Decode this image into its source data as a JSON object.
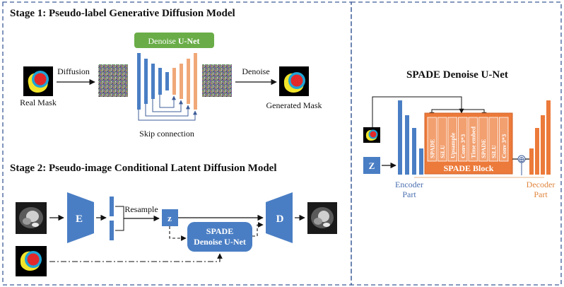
{
  "stage1": {
    "title": "Stage 1: Pseudo-label Generative Diffusion Model",
    "unet_badge_prefix": "Denoise ",
    "unet_badge_bold": "U-Net",
    "real_mask": "Real Mask",
    "diffusion": "Diffusion",
    "denoise": "Denoise",
    "generated_mask": "Generated Mask",
    "skip_connection": "Skip connection"
  },
  "stage2": {
    "title": "Stage 2: Pseudo-image Conditional Latent Diffusion Model",
    "encoder": "E",
    "decoder": "D",
    "resample": "Resample",
    "z": "z",
    "spade_line1": "SPADE",
    "spade_line2": "Denoise U-Net"
  },
  "spade_unet": {
    "title": "SPADE Denoise U-Net",
    "z": "Z",
    "block_label": "SPADE Block",
    "block_layers": [
      "SPADE",
      "SiLU",
      "Upsample",
      "Conv 3*3",
      "Time embed",
      "SPADE",
      "SiLU",
      "Conv 3*3"
    ],
    "encoder_line1": "Encoder",
    "encoder_line2": "Part",
    "decoder_line1": "Decoder",
    "decoder_line2": "Part",
    "plus": "⊕"
  },
  "colors": {
    "blue": "#4a7ec4",
    "orange": "#f0a878",
    "orange_dark": "#ec7a3a",
    "green": "#6aad48",
    "border": "#3d5c98",
    "encoder_label": "#4a6fb0",
    "decoder_label": "#e0863e"
  }
}
